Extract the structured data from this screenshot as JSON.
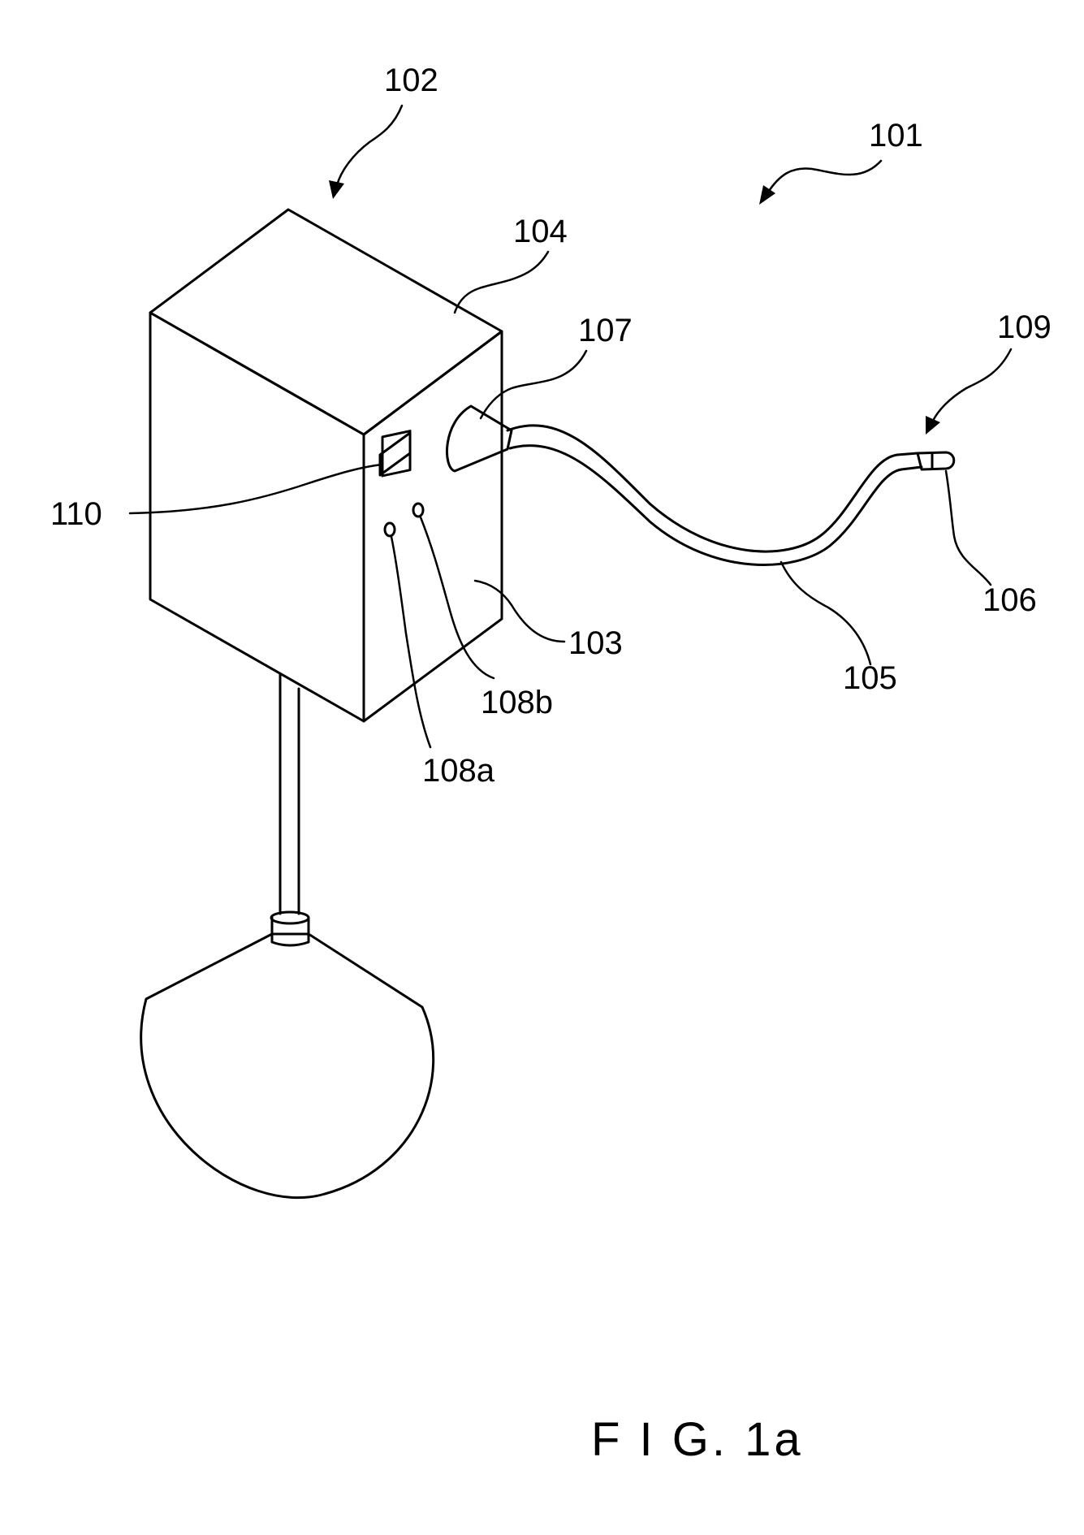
{
  "figure": {
    "caption": "F I G. 1a",
    "labels": {
      "l101": "101",
      "l102": "102",
      "l103": "103",
      "l104": "104",
      "l105": "105",
      "l106": "106",
      "l107": "107",
      "l108a": "108a",
      "l108b": "108b",
      "l109": "109",
      "l110": "110"
    }
  }
}
